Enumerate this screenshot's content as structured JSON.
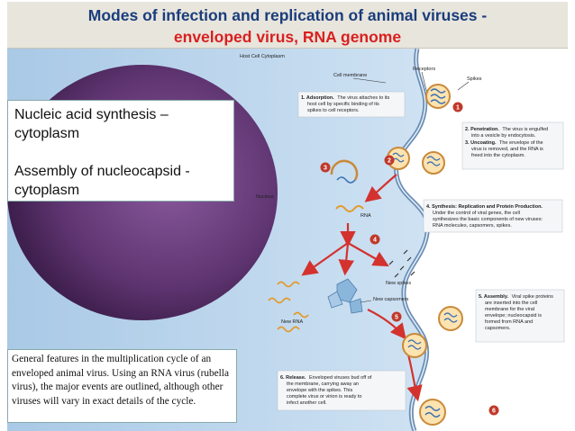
{
  "title": {
    "line1": "Modes of infection and replication of animal viruses -",
    "line2": "enveloped virus, RNA genome"
  },
  "info_box": {
    "item1": "Nucleic acid synthesis – cytoplasm",
    "item2": "Assembly of nucleocapsid - cytoplasm"
  },
  "caption": "General features in the multiplication cycle of an enveloped animal virus. Using an RNA virus (rubella virus), the major events are outlined, although other viruses will vary in exact details of the cycle.",
  "figure": {
    "labels": {
      "host_cytoplasm": "Host Cell Cytoplasm",
      "cell_membrane": "Cell membrane",
      "receptors": "Receptors",
      "spikes": "Spikes",
      "nucleus": "Nucleus",
      "rna": "RNA",
      "new_spikes": "New spikes",
      "new_capsomers": "New capsomers",
      "new_rna": "New RNA"
    },
    "steps": [
      {
        "num": "1",
        "head": "1. Adsorption.",
        "lines": [
          "The virus attaches to its",
          "host cell by specific binding of its",
          "spikes to cell receptors."
        ]
      },
      {
        "num": "2",
        "head": "2. Penetration.",
        "lines": [
          "The virus is engulfed",
          "into a vesicle by endocytosis."
        ]
      },
      {
        "num": "3",
        "head": "3. Uncoating.",
        "lines": [
          "The envelope of the",
          "virus is removed, and the RNA is",
          "freed into the cytoplasm."
        ]
      },
      {
        "num": "4",
        "head": "4. Synthesis: Replication and Protein Production.",
        "lines": [
          "Under the control of viral genes, the cell",
          "synthesizes the basic components of new viruses:",
          "RNA molecules, capsomers, spikes."
        ]
      },
      {
        "num": "5",
        "head": "5. Assembly.",
        "lines": [
          "Viral spike proteins",
          "are inserted into the cell",
          "membrane for the viral",
          "envelope; nucleocapsid is",
          "formed from RNA and",
          "capsomers."
        ]
      },
      {
        "num": "6",
        "head": "6. Release.",
        "lines": [
          "Enveloped viruses bud off of",
          "the membrane, carrying away an",
          "envelope with the spikes. This",
          "complete virus or virion is ready to",
          "infect another cell."
        ]
      }
    ]
  },
  "colors": {
    "title_blue": "#1a3d7c",
    "title_red": "#d92020",
    "cytoplasm": "#b7d3ec",
    "nucleus": "#6b3f7d",
    "marker_red": "#c0392b",
    "arrow_red": "#d3322e"
  }
}
